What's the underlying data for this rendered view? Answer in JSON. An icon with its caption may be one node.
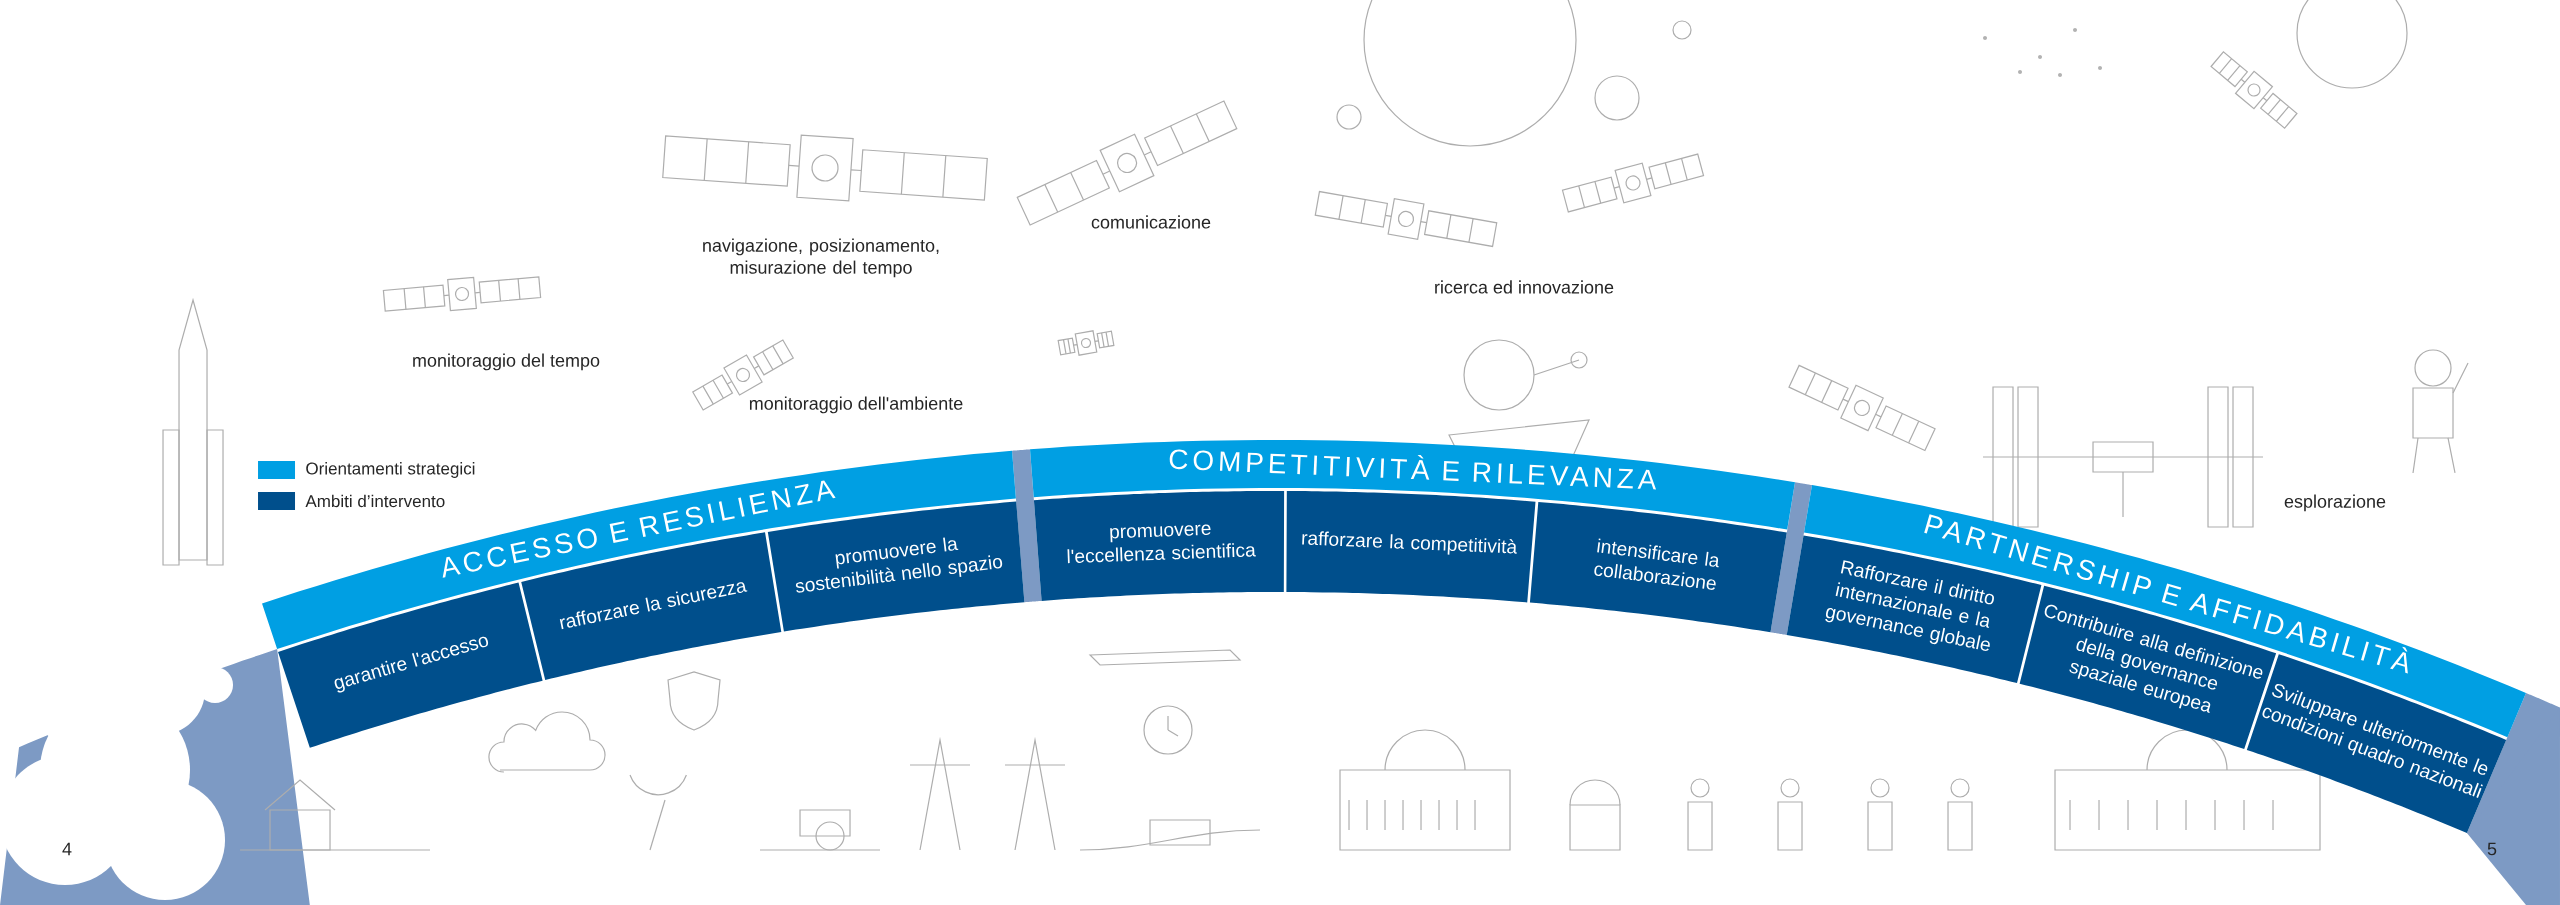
{
  "diagram": {
    "nodes": [
      {
        "text": [
          "ACCESSO E RESILIENZA"
        ]
      },
      {
        "text": [
          "COMPETITIVITÀ E RILEVANZA"
        ]
      },
      {
        "text": [
          "PARTNERSHIP E AFFIDABILITÀ"
        ]
      },
      {
        "text": [
          "garantire l'accesso"
        ]
      },
      {
        "text": [
          "rafforzare la sicurezza"
        ]
      },
      {
        "text": [
          "promuovere la sostenibilità nello spazio"
        ]
      },
      {
        "text": [
          "promuovere l'eccellenza scientifica"
        ]
      },
      {
        "text": [
          "rafforzare la competitività"
        ]
      },
      {
        "text": [
          "intensificare la collaborazione"
        ]
      },
      {
        "text": [
          "Rafforzare il diritto internazionale e la governance globale"
        ]
      },
      {
        "text": [
          "Contribuire alla definizione della governance spaziale europea"
        ]
      },
      {
        "text": [
          "Sviluppare ulteriormente le condizioni quadro nazionali"
        ]
      }
    ],
    "labels": [
      "monitoraggio del tempo",
      "navigazione, posizionamento, misurazione del tempo",
      "comunicazione",
      "ricerca ed innovazione",
      "monitoraggio dell'ambiente",
      "esplorazione",
      "4",
      "5"
    ],
    "legend": [
      {
        "text": "Orientamenti strategici",
        "color": "#009fe3"
      },
      {
        "text": "Ambiti d’intervento",
        "color": "#004f8c"
      }
    ]
  }
}
